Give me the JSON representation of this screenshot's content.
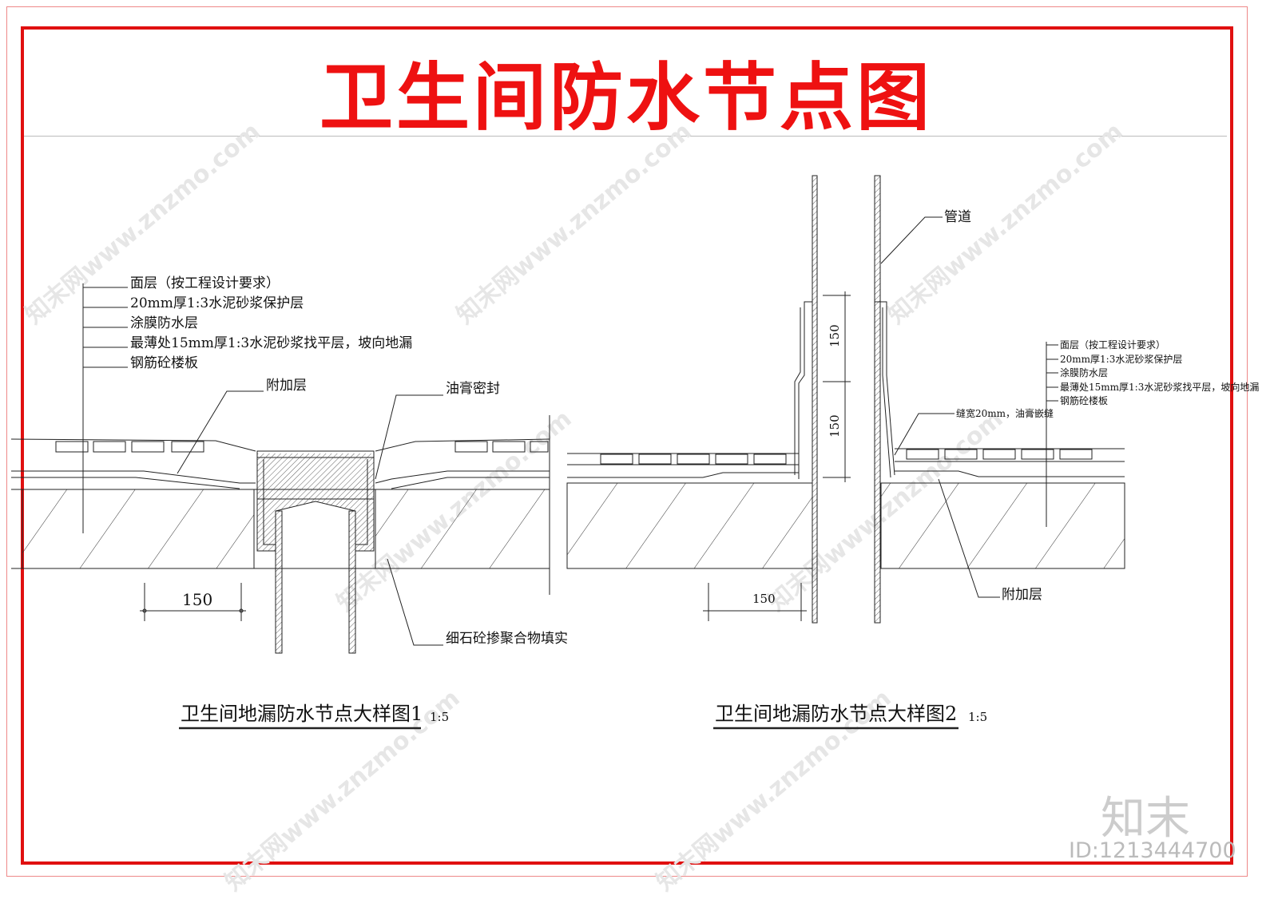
{
  "title": "卫生间防水节点图",
  "colors": {
    "frame": "#e01010",
    "title": "#ee1111",
    "lines": "#111111"
  },
  "watermark": "知末网www.znzmo.com",
  "logo": "知末",
  "id_label": "ID:1213444700",
  "detail1": {
    "layers": [
      "面层（按工程设计要求）",
      "20mm厚1:3水泥砂浆保护层",
      "涂膜防水层",
      "最薄处15mm厚1:3水泥砂浆找平层，坡向地漏",
      "钢筋砼楼板"
    ],
    "label_extra": "附加层",
    "label_seal": "油膏密封",
    "label_fill": "细石砼掺聚合物填实",
    "dim": "150",
    "caption": "卫生间地漏防水节点大样图1",
    "scale": "1:5"
  },
  "detail2": {
    "label_pipe": "管道",
    "layers": [
      "面层（按工程设计要求）",
      "20mm厚1:3水泥砂浆保护层",
      "涂膜防水层",
      "最薄处15mm厚1:3水泥砂浆找平层，坡向地漏",
      "钢筋砼楼板"
    ],
    "label_gap": "缝宽20mm，油膏嵌缝",
    "label_extra": "附加层",
    "dim_h": "150",
    "dim_v1": "150",
    "dim_v2": "150",
    "caption": "卫生间地漏防水节点大样图2",
    "scale": "1:5"
  }
}
